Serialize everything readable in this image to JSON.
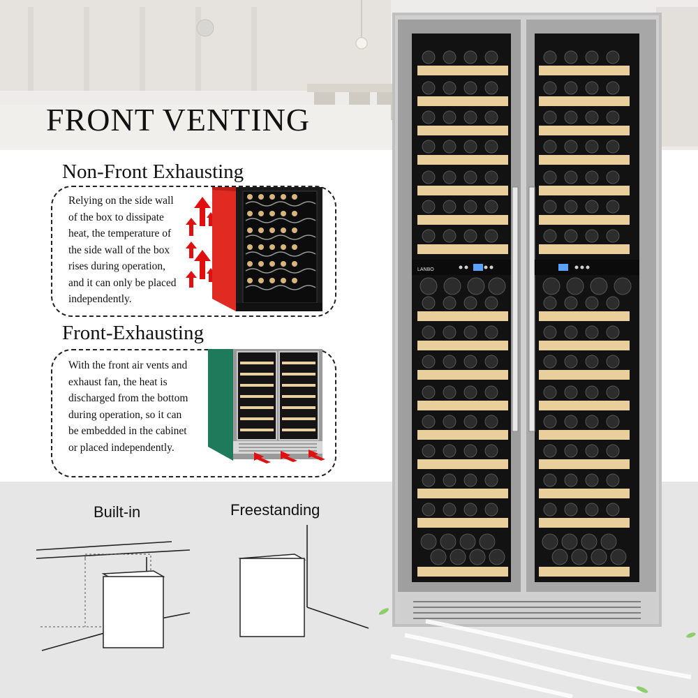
{
  "title": "FRONT VENTING",
  "sections": {
    "non_front": {
      "heading": "Non-Front Exhausting",
      "lines": [
        "Relying on the side wall",
        "of the box to dissipate",
        "heat, the temperature of",
        "the side wall of the box",
        "rises during operation,",
        "and it can only be placed",
        "independently."
      ]
    },
    "front": {
      "heading": "Front-Exhausting",
      "lines": [
        "With the front air vents and",
        "exhaust fan, the heat is",
        "discharged from the bottom",
        "during operation, so it can",
        "be embedded in the cabinet",
        "or placed independently."
      ]
    }
  },
  "installation": {
    "builtin_label": "Built-in",
    "freestanding_label": "Freestanding"
  },
  "product": {
    "brand": "LANBO"
  },
  "colors": {
    "arrow_red": "#e01010",
    "side_panel_red": "#e02a22",
    "side_panel_teal": "#1f7a5c",
    "shelf_wood": "#e8cf9c",
    "steel": "#c9c9c9"
  }
}
